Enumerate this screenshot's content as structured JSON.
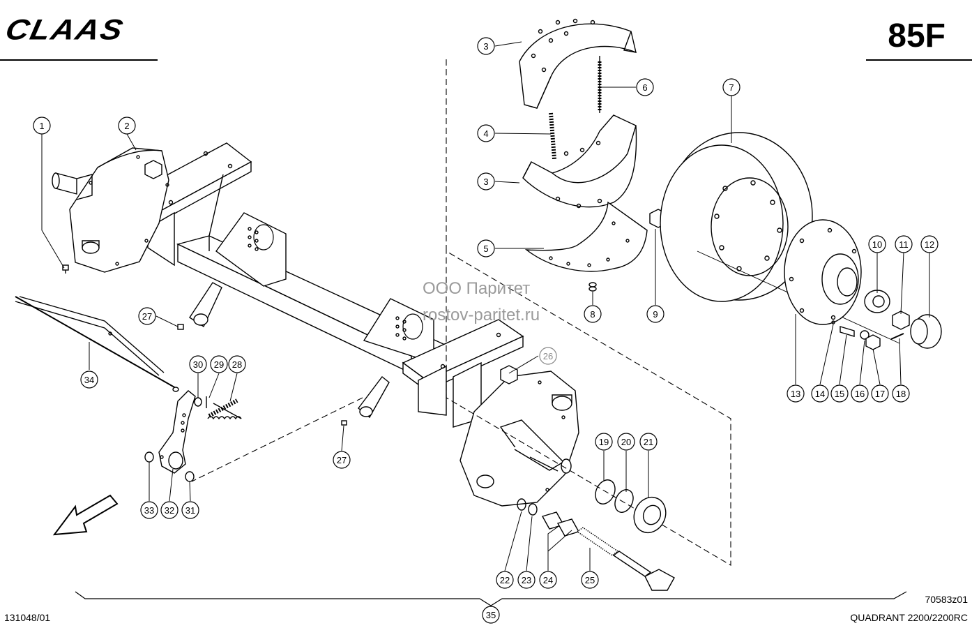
{
  "header": {
    "brand": "CLAAS",
    "page_code": "85F"
  },
  "footer": {
    "left_code": "131048/01",
    "drawing_code": "70583z01",
    "model": "QUADRANT 2200/2200RC"
  },
  "watermark": {
    "line1": "ООО Паритет",
    "line2": "rostov-paritet.ru"
  },
  "callouts": [
    {
      "n": "1"
    },
    {
      "n": "2"
    },
    {
      "n": "3"
    },
    {
      "n": "3"
    },
    {
      "n": "4"
    },
    {
      "n": "5"
    },
    {
      "n": "6"
    },
    {
      "n": "7"
    },
    {
      "n": "8"
    },
    {
      "n": "9"
    },
    {
      "n": "10"
    },
    {
      "n": "11"
    },
    {
      "n": "12"
    },
    {
      "n": "13"
    },
    {
      "n": "14"
    },
    {
      "n": "15"
    },
    {
      "n": "16"
    },
    {
      "n": "17"
    },
    {
      "n": "18"
    },
    {
      "n": "19"
    },
    {
      "n": "20"
    },
    {
      "n": "21"
    },
    {
      "n": "22"
    },
    {
      "n": "23"
    },
    {
      "n": "24"
    },
    {
      "n": "25"
    },
    {
      "n": "26"
    },
    {
      "n": "27"
    },
    {
      "n": "27"
    },
    {
      "n": "28"
    },
    {
      "n": "29"
    },
    {
      "n": "30"
    },
    {
      "n": "31"
    },
    {
      "n": "32"
    },
    {
      "n": "33"
    },
    {
      "n": "34"
    },
    {
      "n": "35"
    }
  ]
}
